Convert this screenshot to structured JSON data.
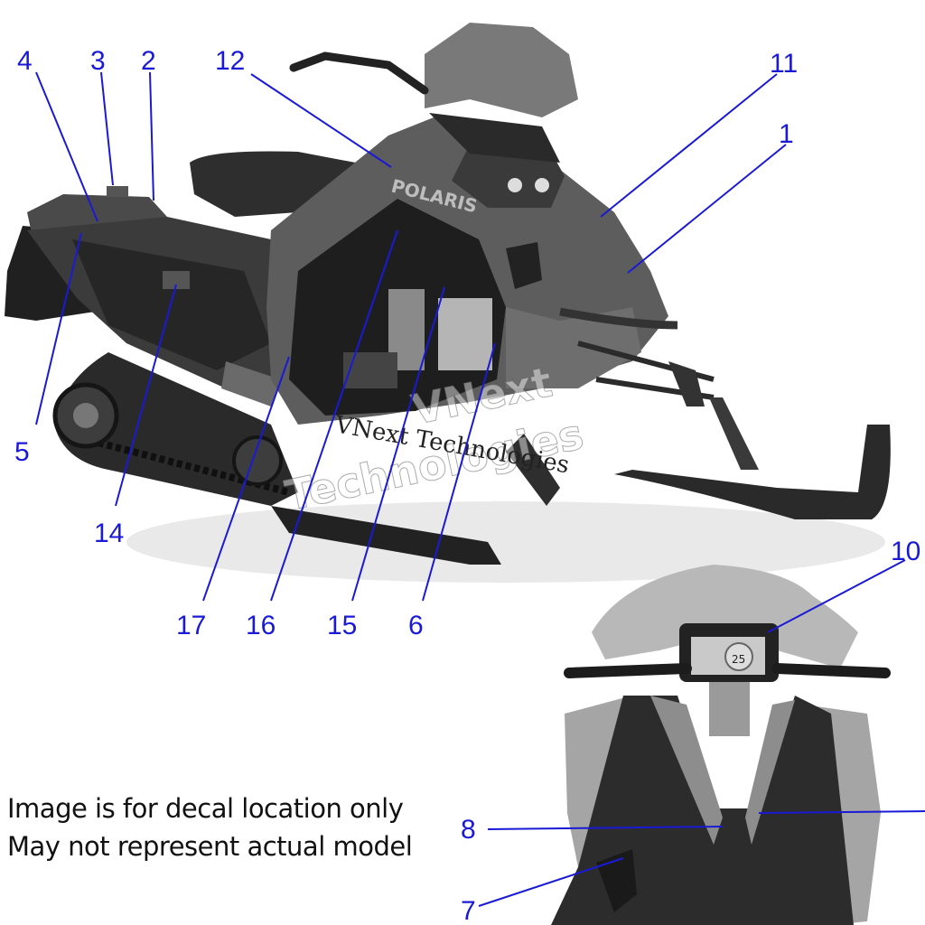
{
  "note_lines": [
    "Image is for decal location only",
    "May not represent actual model"
  ],
  "brand_on_hood": "POLARIS",
  "watermark": {
    "line1": "VNext",
    "line2": "Technologies",
    "small": "VNext Technologies"
  },
  "dash_readout": "25",
  "callouts": [
    {
      "id": "4",
      "label": "4"
    },
    {
      "id": "3",
      "label": "3"
    },
    {
      "id": "2",
      "label": "2"
    },
    {
      "id": "12",
      "label": "12"
    },
    {
      "id": "11",
      "label": "11"
    },
    {
      "id": "1",
      "label": "1"
    },
    {
      "id": "5",
      "label": "5"
    },
    {
      "id": "14",
      "label": "14"
    },
    {
      "id": "17",
      "label": "17"
    },
    {
      "id": "16",
      "label": "16"
    },
    {
      "id": "15",
      "label": "15"
    },
    {
      "id": "6",
      "label": "6"
    },
    {
      "id": "10",
      "label": "10"
    },
    {
      "id": "8",
      "label": "8"
    },
    {
      "id": "7",
      "label": "7"
    }
  ],
  "colors": {
    "callout_blue": "#1a1ad6",
    "body_dark": "#3c3c3c",
    "body_mid": "#5a5a5a",
    "body_light": "#8c8c8c",
    "windshield": "#b4b4b4"
  }
}
